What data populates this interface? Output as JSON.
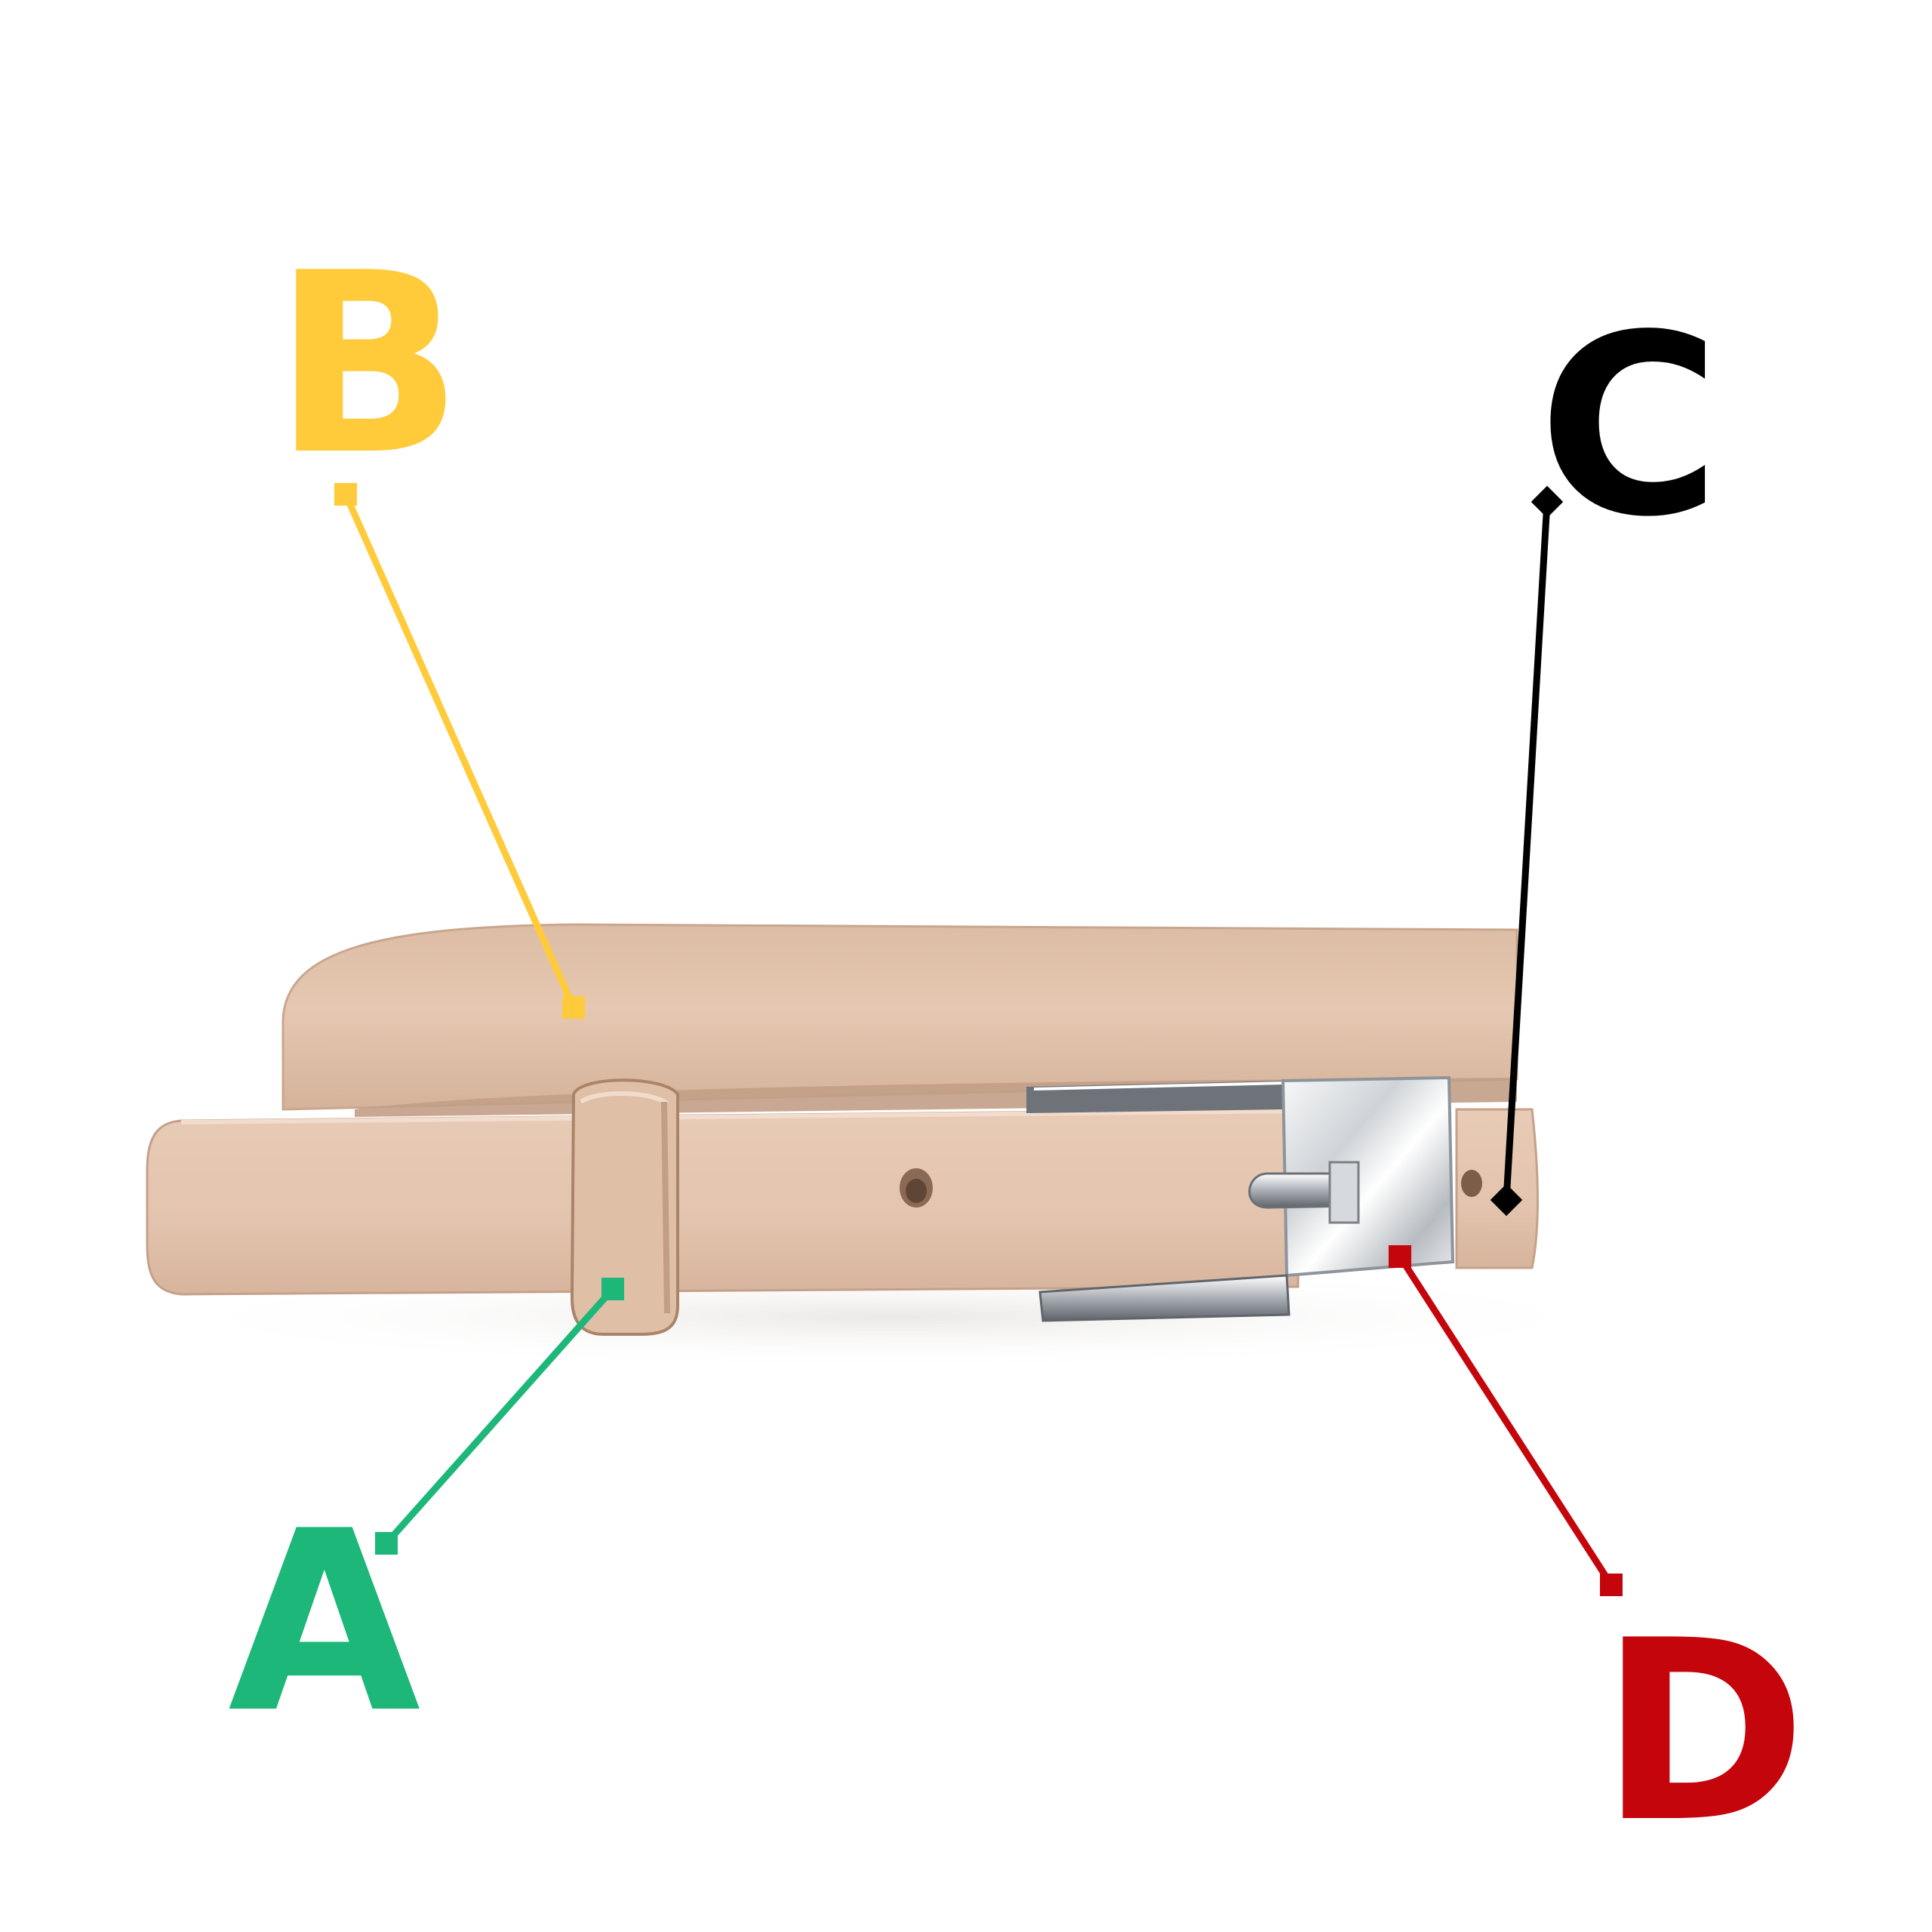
{
  "diagram": {
    "subject": "belt",
    "callouts": [
      {
        "id": "A",
        "letter": "A",
        "part": "belt-loop",
        "color": "#1db77a"
      },
      {
        "id": "B",
        "letter": "B",
        "part": "strap",
        "color": "#ffcb3a"
      },
      {
        "id": "C",
        "letter": "C",
        "part": "punched-hole",
        "color": "#000000"
      },
      {
        "id": "D",
        "letter": "D",
        "part": "buckle",
        "color": "#c4050b"
      }
    ]
  },
  "colors": {
    "belt": "#e2c3ac",
    "belt_shadow": "#c7a58c",
    "belt_edge": "#b9937a",
    "buckle_silver": "#d9dcdf",
    "buckle_shadow": "#7b8086",
    "background": "#ffffff"
  }
}
